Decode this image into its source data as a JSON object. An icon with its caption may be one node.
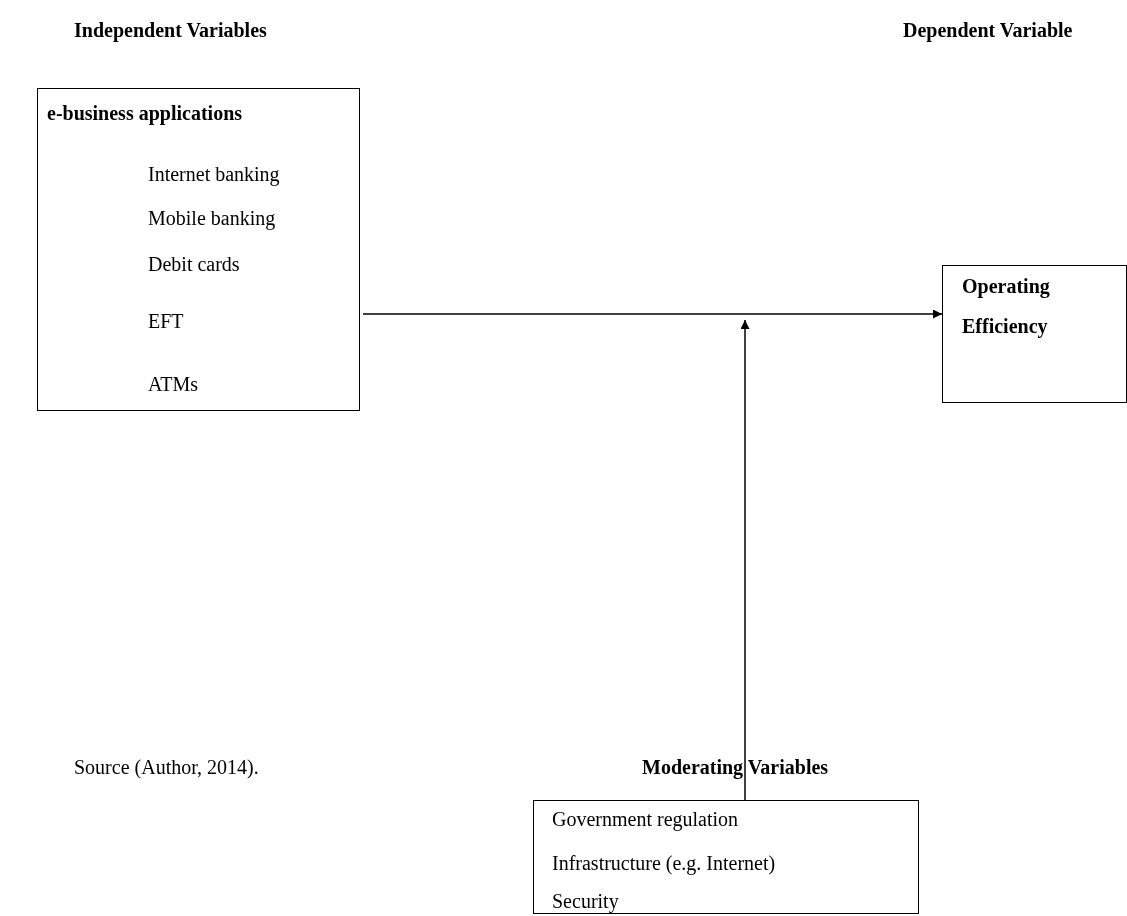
{
  "diagram": {
    "nodes": [
      {
        "text": [
          "e-business applications",
          "Internet banking",
          "Mobile banking",
          "Debit cards",
          "EFT",
          "ATMs"
        ]
      },
      {
        "text": [
          "Operating Efficiency"
        ]
      },
      {
        "text": [
          "Government regulation",
          "Infrastructure (e.g. Internet)",
          "Security"
        ]
      }
    ],
    "edges": [
      {
        "from": 0,
        "to": 1,
        "arrow": "to"
      },
      {
        "from": 2,
        "to": null,
        "arrow": "to"
      }
    ],
    "labels": [
      "Independent Variables",
      "Dependent Variable",
      "Source (Author, 2014).",
      "Moderating Variables"
    ]
  }
}
